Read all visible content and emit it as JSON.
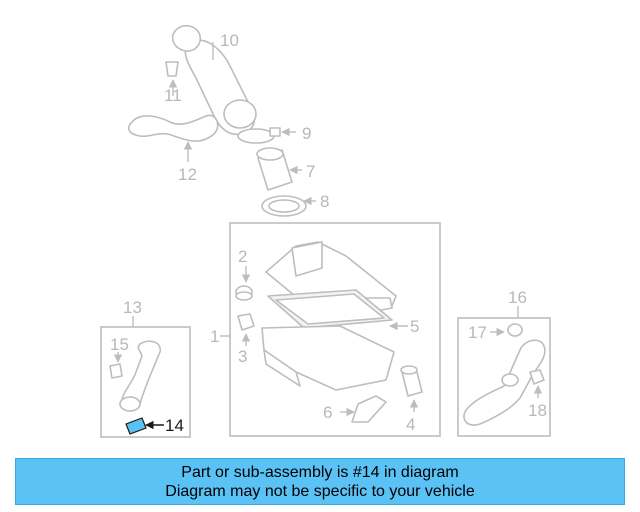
{
  "diagram": {
    "callouts": [
      "1",
      "2",
      "3",
      "4",
      "5",
      "6",
      "7",
      "8",
      "9",
      "10",
      "11",
      "12",
      "13",
      "14",
      "15",
      "16",
      "17",
      "18"
    ],
    "highlighted_callout": "14",
    "highlight_color": "#5bc2f5"
  },
  "banner": {
    "line1": "Part or sub-assembly is #14 in diagram",
    "line2": "Diagram may not be specific to your vehicle",
    "background": "#5bc2f5"
  }
}
